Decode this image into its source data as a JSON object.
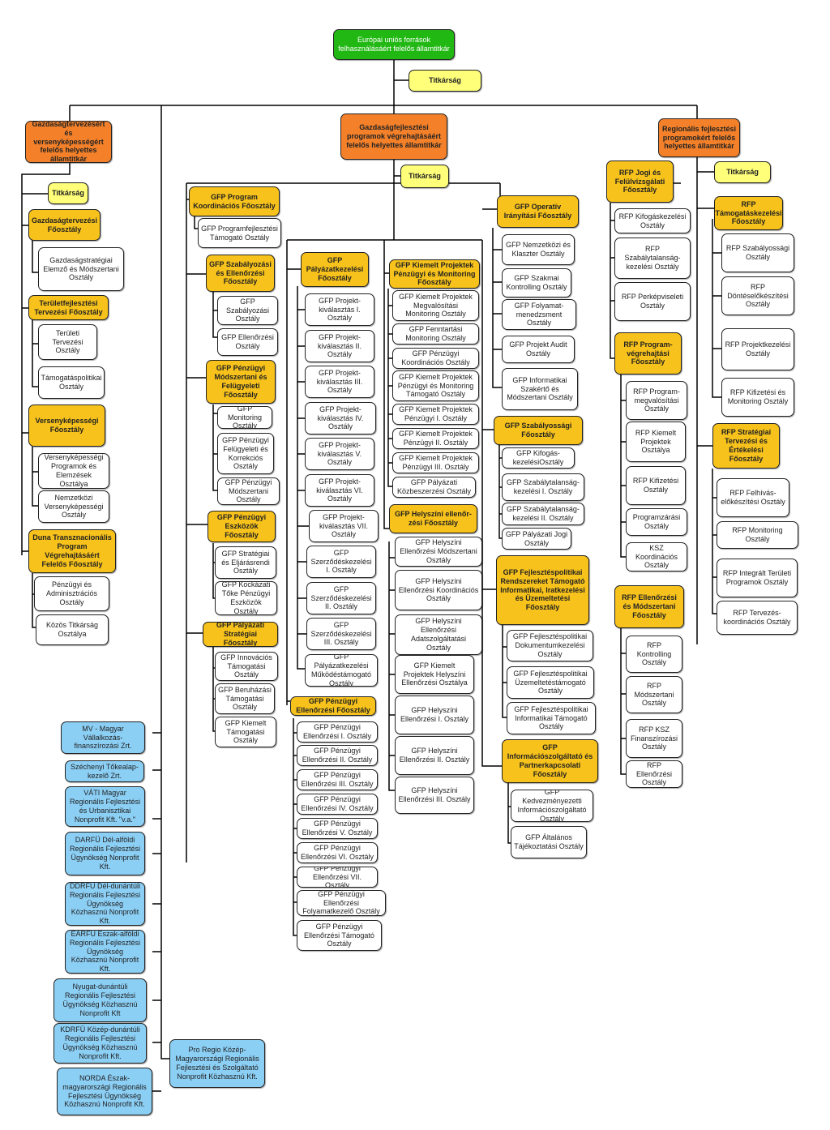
{
  "colors": {
    "green": "#22b814",
    "yellow": "#ffff7a",
    "orange": "#f7c21b",
    "dark_orange": "#f4812a",
    "blue": "#8ccff5",
    "white": "#ffffff",
    "line": "#000000"
  },
  "top": {
    "label": "Európai uniós források felhasználásáért felelős államtitkár",
    "secretariat": "Titkárság"
  },
  "left": {
    "head": "Gazdaságtervezésért és versenyképességért felelős helyettes államtitkár",
    "secretariat": "Titkárság",
    "gt_dept": "Gazdaságtervezési Főosztály",
    "gt_unit1": "Gazdaságstratégiai Elemző és Módszertani Osztály",
    "tf_dept": "Területfejlesztési Tervezési Főosztály",
    "tf_unit1": "Területi Tervezési Osztály",
    "tf_unit2": "Támogatáspolitikai Osztály",
    "vk_dept": "Versenyképességi Főosztály",
    "vk_unit1": "Versenyképességi Programok és Elemzések Osztálya",
    "vk_unit2": "Nemzetközi Versenyképességi Osztály",
    "duna_dept": "Duna Transznacionális Program Végrehajtásáért Felelős Főosztály",
    "duna_unit1": "Pénzügyi és Adminisztrációs Osztály",
    "duna_unit2": "Közös Titkárság Osztálya"
  },
  "companies": [
    "MV - Magyar Vállalkozás-finanszírozási Zrt.",
    "Széchenyi Tőkealap-kezelő Zrt.",
    "VÁTI Magyar Regionális Fejlesztési és Urbanisztikai Nonprofit Kft. \"v.a.\"",
    "DARFÜ Dél-alföldi Regionális Fejlesztési Ügynökség Nonprofit Kft.",
    "DDRFÜ Dél-dunántúli Regionális Fejlesztési Ügynökség Közhasznú Nonprofit Kft.",
    "ÉARFÜ Észak-alföldi Regionális Fejlesztési Ügynökség Közhasznú Nonprofit Kft.",
    "Nyugat-dunántúli Regionális Fejlesztési Ügynökség Közhasznú Nonprofit Kft",
    "KDRFÜ Közép-dunántúli Regionális Fejlesztési Ügynökség Közhasznú Nonprofit Kft.",
    "NORDA Észak-magyarországi Regionális Fejlesztési Ügynökség Közhasznú Nonprofit Kft.",
    "Pro Regio Közép-Magyarországi Regionális Fejlesztési és Szolgáltató Nonprofit Közhasznú Kft."
  ],
  "center": {
    "head": "Gazdaságfejlesztési programok végrehajtásáért felelős helyettes államtitkár",
    "secretariat": "Titkárság",
    "prog_dept": "GFP Program Koordinációs Főosztály",
    "prog_unit1": "GFP Programfejlesztési Támogató Osztály",
    "szab_dept": "GFP Szabályozási és Ellenőrzési Főosztály",
    "szab_unit1": "GFP Szabályozási Osztály",
    "szab_unit2": "GFP Ellenőrzési Osztály",
    "pm_dept": "GFP Pénzügyi Módszertani és Felügyeleti Főosztály",
    "pm_unit1": "GFP Monitoring Osztály",
    "pm_unit2": "GFP Pénzügyi Felügyeleti és Korrekciós Osztály",
    "pm_unit3": "GFP Pénzügyi Módszertani Osztály",
    "pe_dept": "GFP Pénzügyi Eszközök Főosztály",
    "pe_unit1": "GFP Stratégiai és Eljárásrendi Osztály",
    "pe_unit2": "GFP Kockázati Tőke Pénzügyi Eszközök Osztály",
    "ps_dept": "GFP Pályázati Stratégiai Főosztály",
    "ps_unit1": "GFP Innovációs Támogatási Osztály",
    "ps_unit2": "GFP Beruházási Támogatási Osztály",
    "ps_unit3": "GFP Kiemelt Támogatási Osztály",
    "pk_dept": "GFP Pályázatkezelési Főosztály",
    "pk_unit1": "GFP Projekt-kiválasztás I. Osztály",
    "pk_unit2": "GFP Projekt-kiválasztás II. Osztály",
    "pk_unit3": "GFP Projekt-kiválasztás III. Osztály",
    "pk_unit4": "GFP Projekt-kiválasztás IV. Osztály",
    "pk_unit5": "GFP Projekt-kiválasztás V. Osztály",
    "pk_unit6": "GFP Projekt-kiválasztás VI. Osztály",
    "pk_unit7": "GFP Projekt-kiválasztás VII. Osztály",
    "pk_unit8": "GFP Szerződéskezelési I. Osztály",
    "pk_unit9": "GFP Szerződéskezelési II. Osztály",
    "pk_unit10": "GFP Szerződéskezelési III. Osztály",
    "pk_unit11": "GFP Pályázatkezelési Működéstámogató Osztály",
    "pen_dept": "GFP Pénzügyi Ellenőrzési Főosztály",
    "pen_unit1": "GFP Pénzügyi Ellenőrzési I. Osztály",
    "pen_unit2": "GFP Pénzügyi Ellenőrzési II. Osztály",
    "pen_unit3": "GFP Pénzügyi Ellenőrzési III. Osztály",
    "pen_unit4": "GFP Pénzügyi Ellenőrzési IV. Osztály",
    "pen_unit5": "GFP Pénzügyi Ellenőrzési V. Osztály",
    "pen_unit6": "GFP Pénzügyi Ellenőrzési VI. Osztály",
    "pen_unit7": "GFP Pénzügyi Ellenőrzési VII. Osztály",
    "pen_unit8": "GFP Pénzügyi Ellenőrzési Folyamatkezelő Osztály",
    "pen_unit9": "GFP Pénzügyi Ellenőrzési Támogató Osztály",
    "kp_dept": "GFP Kiemelt Projektek Pénzügyi és Monitoring Főosztály",
    "kp_unit1": "GFP Kiemelt Projektek Megvalósítási Monitoring Osztály",
    "kp_unit2": "GFP Fenntartási Monitoring Osztály",
    "kp_unit3": "GFP Pénzügyi Koordinációs Osztály",
    "kp_unit4": "GFP Kiemelt Projektek Pénzügyi és Monitoring Támogató Osztály",
    "kp_unit5": "GFP Kiemelt Projektek Pénzügyi I. Osztály",
    "kp_unit6": "GFP Kiemelt Projektek Pénzügyi II. Osztály",
    "kp_unit7": "GFP Kiemelt Projektek Pénzügyi III. Osztály",
    "kp_unit8": "GFP Pályázati Közbeszerzési Osztály",
    "he_dept": "GFP Helyszíni ellenőr-zési Főosztály",
    "he_unit1": "GFP Helyszíni Ellenőrzési Módszertani Osztály",
    "he_unit2": "GFP Helyszíni Ellenőrzési Koordinációs Osztály",
    "he_unit3": "GFP Helyszíni Ellenőrzési Adatszolgáltatási Osztály",
    "he_unit4": "GFP Kiemelt Projektek Helyszíni Ellenőrzési Osztálya",
    "he_unit5": "GFP Helyszíni Ellenőrzési I. Osztály",
    "he_unit6": "GFP Helyszíni Ellenőrzési II. Osztály",
    "he_unit7": "GFP Helyszíni Ellenőrzési III. Osztály",
    "oi_dept": "GFP Operatív Irányítási Főosztály",
    "oi_unit1": "GFP Nemzetközi és Klaszter Osztály",
    "oi_unit2": "GFP Szakmai Kontrolling Osztály",
    "oi_unit3": "GFP Folyamat-menedzsment Osztály",
    "oi_unit4": "GFP Projekt Audit Osztály",
    "oi_unit5": "GFP Informatikai Szakértő és Módszertani Osztály",
    "sz_dept": "GFP Szabályossági Főosztály",
    "sz_unit1": "GFP Kifogás-kezelésiOsztály",
    "sz_unit2": "GFP Szabálytalanság-kezelési I. Osztály",
    "sz_unit3": "GFP Szabálytalanság-kezelési II. Osztály",
    "sz_unit4": "GFP Pályázati Jogi Osztály",
    "fr_dept": "GFP Fejlesztéspolitikai Rendszereket Támogató Informatikai, Iratkezelési és Üzemeltetési Főosztály",
    "fr_unit1": "GFP Fejlesztéspolitikai Dokumentumkezelési Osztály",
    "fr_unit2": "GFP Fejlesztéspolitikai Üzemeltetéstámogató Osztály",
    "fr_unit3": "GFP Fejlesztéspolitikai Informatikai Támogató Osztály",
    "ip_dept": "GFP Információszolgáltató és Partnerkapcsolati Főosztály",
    "ip_unit1": "GFP Kedvezményezetti Információszolgáltató Osztály",
    "ip_unit2": "GFP Általános Tájékoztatási Osztály"
  },
  "right": {
    "head": "Regionális fejlesztési programokért felelős helyettes államtitkár",
    "secretariat": "Titkárság",
    "jogi_dept": "RFP Jogi és Felülvizsgálati Főosztály",
    "jogi_unit1": "RFP Kifogáskezelési Osztály",
    "jogi_unit2": "RFP Szabálytalanság-kezelési Osztály",
    "jogi_unit3": "RFP Perképviseleti Osztály",
    "pv_dept": "RFP Program-végrehajtási Főosztály",
    "pv_unit1": "RFP Program-megvalósítási Osztály",
    "pv_unit2": "RFP Kiemelt Projektek Osztálya",
    "pv_unit3": "RFP Kifizetési Osztály",
    "pv_unit4": "Programzárási Osztály",
    "pv_unit5": "KSZ Koordinációs Osztály",
    "em_dept": "RFP Ellenőrzési és Módszertani Főosztály",
    "em_unit1": "RFP Kontrolling Osztály",
    "em_unit2": "RFP Módszertani Osztály",
    "em_unit3": "RFP KSZ Finanszírozási Osztály",
    "em_unit4": "RFP Ellenőrzési Osztály",
    "tk_dept": "RFP Támogatáskezelési Főosztály",
    "tk_unit1": "RFP Szabályossági Osztály",
    "tk_unit2": "RFP Döntéselőkészítési Osztály",
    "tk_unit3": "RFP Projektkezelési Osztály",
    "tk_unit4": "RFP Kifizetési és Monitoring Osztály",
    "st_dept": "RFP Stratégiai Tervezési és Értékelési Főosztály",
    "st_unit1": "RFP Felhívás-előkészítési Osztály",
    "st_unit2": "RFP Monitoring Osztály",
    "st_unit3": "RFP Integrált Területi Programok Osztály",
    "st_unit4": "RFP Tervezés-koordinációs Osztály"
  }
}
